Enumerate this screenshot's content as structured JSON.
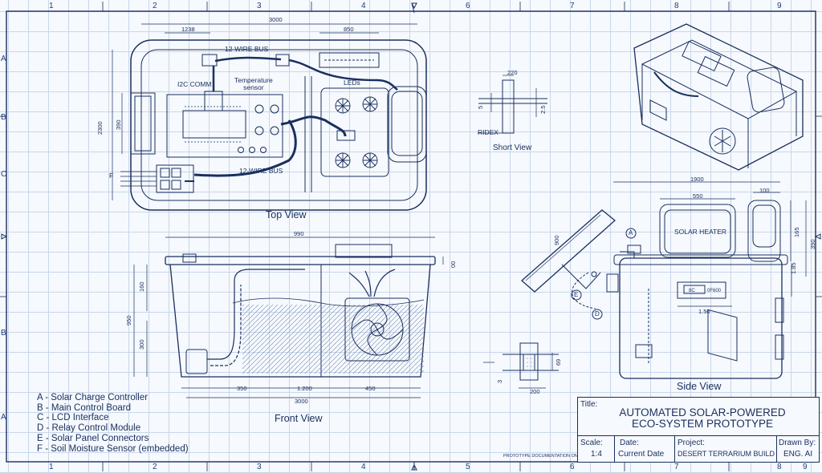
{
  "ruler": {
    "top": [
      "1",
      "2",
      "3",
      "4",
      "6",
      "7",
      "8",
      "9"
    ],
    "bottom": [
      "1",
      "2",
      "3",
      "4",
      "5",
      "6",
      "7",
      "8",
      "9"
    ],
    "left": [
      "A",
      "B",
      "C",
      "B",
      "A"
    ]
  },
  "views": {
    "top": "Top View",
    "front": "Front View",
    "side": "Side View",
    "short": "Short View"
  },
  "top_view_labels": {
    "bus_top": "12-WIRE BUS",
    "bus_bottom": "12-WIRE BUS",
    "i2c": "I2C COMM",
    "temp": "Temperature\nsensor",
    "leds": "LEDs",
    "f": "F"
  },
  "top_view_dims": {
    "overall_w": "3000",
    "left_w": "1238",
    "right_w": "850",
    "h": "2300",
    "panel_h": "390"
  },
  "short_view": {
    "top": "220",
    "left": "5",
    "right": "2.5",
    "base": "RIDEX"
  },
  "side_view": {
    "overall_w": "1900",
    "inner_w": "550",
    "cap_w": "100",
    "panel": "900",
    "heater": "SOLAR HEATER",
    "h1": "165",
    "h2": "390",
    "h3": "1.85",
    "meter_w": "1.50",
    "meter_text": "0F600",
    "meter_left": "8C",
    "callout_a": "A",
    "callout_e": "E",
    "callout_d": "D"
  },
  "front_view_dims": {
    "overall_w": "990",
    "lid_h": "00",
    "h_upper": "160",
    "h_total": "950",
    "h_lower": "300",
    "seg1": "350",
    "seg2": "1.200",
    "seg3": "450",
    "base_w": "3000"
  },
  "pipe_detail": {
    "w": "200",
    "h": "69",
    "left": "3"
  },
  "legend": [
    "A - Solar Charge Controller",
    "B - Main Control Board",
    "C - LCD Interface",
    "D - Relay Control Module",
    "E - Solar Panel Connectors",
    "F - Soil Moisture Sensor (embedded)"
  ],
  "title_block": {
    "title_label": "Title:",
    "title_line1": "AUTOMATED SOLAR-POWERED",
    "title_line2": "ECO-SYSTEM PROTOTYPE",
    "scale_label": "Scale:",
    "scale_value": "1:4",
    "date_label": "Date:",
    "date_value": "Current Date",
    "project_label": "Project:",
    "project_value": "DESERT TERRARIUM BUILD",
    "drawn_label": "Drawn By:",
    "drawn_value": "ENG. AI"
  },
  "footer_note": "PROTOTYPE DOCUMENTATION ONLY",
  "colors": {
    "ink": "#1a2f5e",
    "grid": "#c9d6ea",
    "paper": "#f6f9fd"
  }
}
